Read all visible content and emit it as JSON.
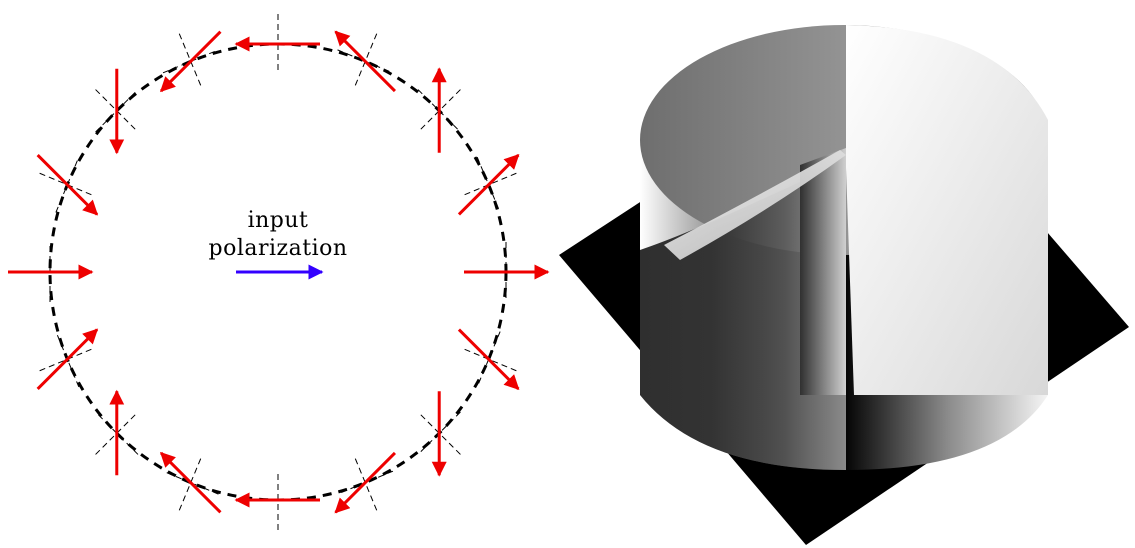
{
  "left_panel": {
    "label_line1": "input",
    "label_line2": "polarization",
    "input_arrow_color": "#3300ff",
    "output_arrow_color": "#ee0000",
    "circle_style": "dashed",
    "sample_count": 16,
    "input_angle_deg": 0
  },
  "right_panel": {
    "surface": "spiral phase plate (grayscale height ramp)",
    "colors": {
      "base": "#000000",
      "low": "#1a1a1a",
      "high": "#ffffff"
    }
  }
}
